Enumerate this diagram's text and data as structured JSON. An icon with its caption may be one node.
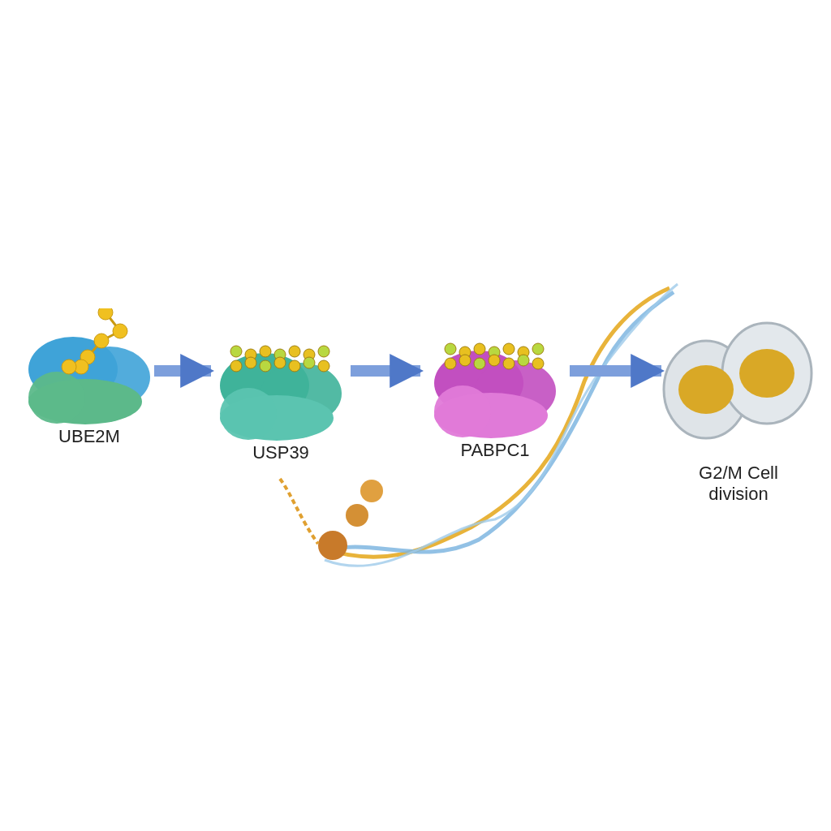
{
  "diagram": {
    "nodes": [
      {
        "text": [
          "UBE2M"
        ]
      },
      {
        "text": [
          "USP39"
        ]
      },
      {
        "text": [
          "PABPC1"
        ]
      },
      {
        "text": [
          "G2/M Cell division"
        ]
      }
    ],
    "edges": [
      {
        "from": 0,
        "to": 1,
        "arrow": "to"
      },
      {
        "from": 1,
        "to": 2,
        "arrow": "to"
      },
      {
        "from": 2,
        "to": 3,
        "arrow": "to"
      }
    ]
  }
}
